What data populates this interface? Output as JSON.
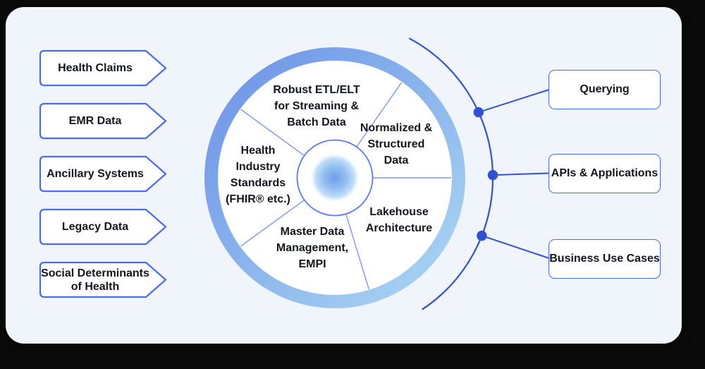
{
  "colors": {
    "outer_bg": "#0a0a0b",
    "card_bg": "#f0f5fc",
    "box_bg": "#ffffff",
    "accent_border": "#4c6af2",
    "arc_blue": "#3250d2",
    "divider_blue": "#7b97ee",
    "hub_ring_blue": "#5b7af0",
    "ring_grad_start": "#6b92e7",
    "ring_grad_end": "#abd8f3",
    "blob_core": "#6d9ee8",
    "blob_mid": "#93bff0",
    "blob_edge": "#c3e0f8",
    "text_dark": "#13161f"
  },
  "sources": {
    "items": [
      {
        "lines": [
          "Health Claims"
        ]
      },
      {
        "lines": [
          "EMR Data"
        ]
      },
      {
        "lines": [
          "Ancillary Systems"
        ]
      },
      {
        "lines": [
          "Legacy Data"
        ]
      },
      {
        "lines": [
          "Social Determinants",
          "of Health"
        ]
      }
    ]
  },
  "wheel": {
    "segments": [
      {
        "id": "robust-etl-elt",
        "lines": [
          "Robust ETL/ELT",
          "for Streaming &",
          "Batch Data"
        ]
      },
      {
        "id": "normalized-structured-data",
        "lines": [
          "Normalized &",
          "Structured",
          "Data"
        ]
      },
      {
        "id": "health-industry-standards",
        "lines": [
          "Health",
          "Industry",
          "Standards",
          "(FHIR® etc.)"
        ]
      },
      {
        "id": "lakehouse-architecture",
        "lines": [
          "Lakehouse",
          "Architecture"
        ]
      },
      {
        "id": "master-data-management-empi",
        "lines": [
          "Master Data",
          "Management,",
          "EMPI"
        ]
      }
    ]
  },
  "outputs": {
    "items": [
      {
        "label": "Querying"
      },
      {
        "label": "APIs & Applications"
      },
      {
        "label": "Business Use Cases"
      }
    ]
  }
}
